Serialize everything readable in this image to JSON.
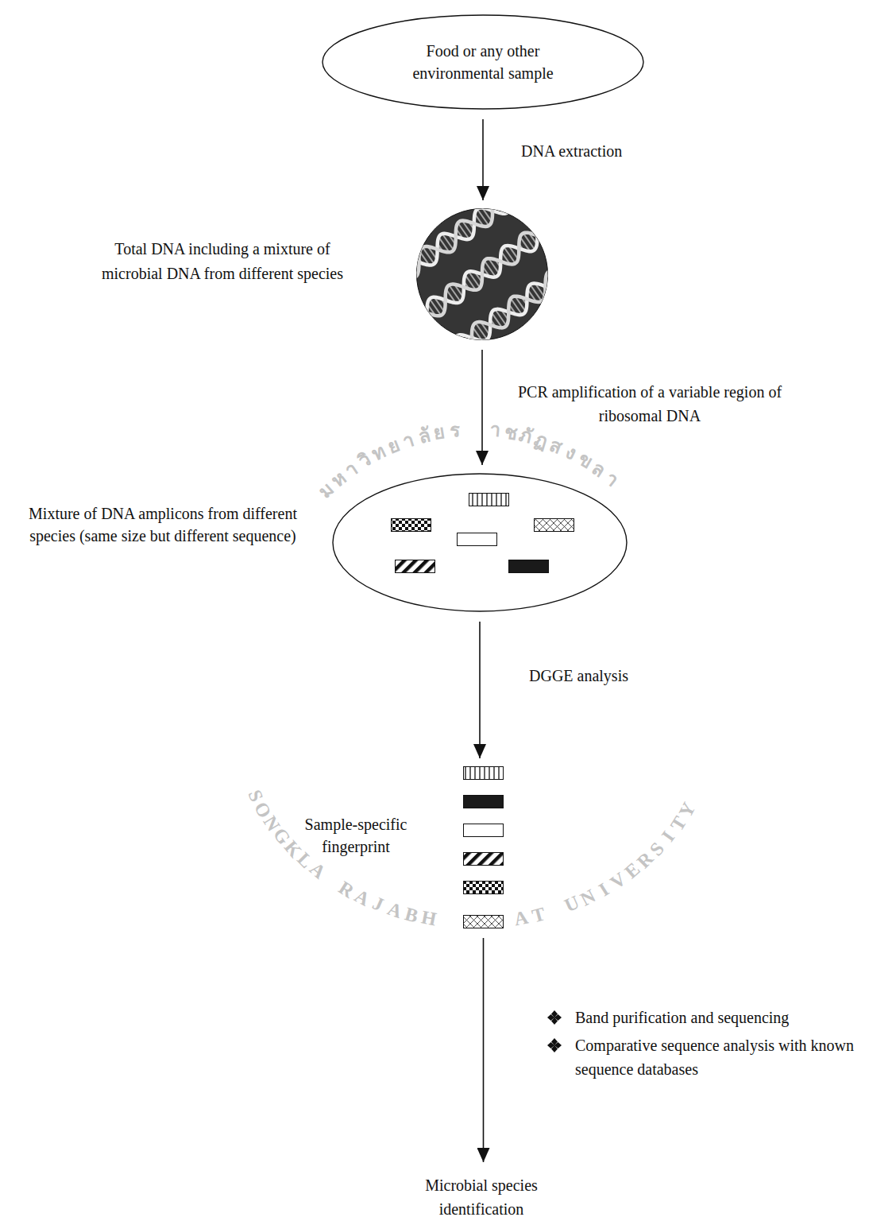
{
  "diagram": {
    "nodes": [
      {
        "text": [
          "Food or any other environmental sample"
        ]
      },
      {
        "text": [
          "Total DNA including a mixture of microbial DNA from different species"
        ]
      },
      {
        "text": [
          "Mixture of DNA amplicons from different species (same size but different sequence)"
        ]
      },
      {
        "text": [
          "Sample-specific fingerprint"
        ]
      },
      {
        "text": [
          "Microbial species identification"
        ]
      }
    ],
    "edges": [
      {
        "from": 0,
        "to": 1,
        "arrow": "to",
        "label": "DNA extraction"
      },
      {
        "from": 1,
        "to": 2,
        "arrow": "to",
        "label": "PCR amplification of a variable region of ribosomal DNA"
      },
      {
        "from": 2,
        "to": 3,
        "arrow": "to",
        "label": "DGGE analysis"
      },
      {
        "from": 3,
        "to": 4,
        "arrow": "to"
      }
    ],
    "labels": [
      "Band purification and sequencing",
      "Comparative sequence analysis with known sequence databases",
      "มหาวิทยาลัยราชภัฏสงขลา",
      "SONGKLA RAJABHAT UNIVERSITY"
    ]
  }
}
